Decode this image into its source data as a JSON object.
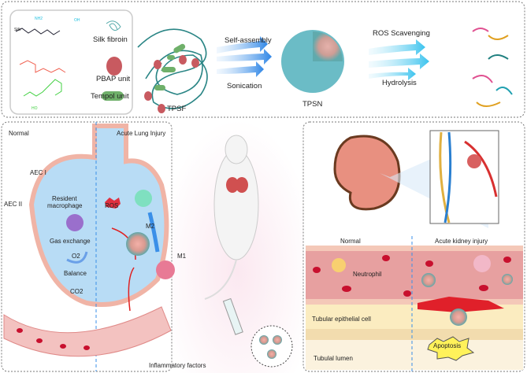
{
  "top_panel": {
    "legend": {
      "silk_fibroin": "Silk fibroin",
      "pbap_unit": "PBAP unit",
      "tempol_unit": "Tempol unit",
      "chem_silk": "Silk",
      "chem_nh2": "NH2",
      "chem_oh": "OH",
      "chem_ho": "HO"
    },
    "tpsf": "TPSF",
    "self_assembly": "Self-assembly",
    "sonication": "Sonication",
    "tpsn": "TPSN",
    "ros_scavenging": "ROS Scavenging",
    "hydrolysis": "Hydrolysis"
  },
  "lung_panel": {
    "normal": "Normal",
    "injury": "Acute Lung Injury",
    "aec1": "AEC I",
    "aec2": "AEC II",
    "resident_macrophage_1": "Resident",
    "resident_macrophage_2": "macrophage",
    "gas_exchange": "Gas exchange",
    "o2": "O2",
    "balance": "Balance",
    "co2": "CO2",
    "ros": "ROS",
    "m2": "M2",
    "m1": "M1",
    "inflammatory_factors": "Inflammatory factors"
  },
  "kidney_panel": {
    "normal": "Normal",
    "injury": "Acute kidney injury",
    "neutrophil": "Neutrophil",
    "tubular_epithelial_cell": "Tubular epithelial cell",
    "tubular_lumen": "Tubulal lumen",
    "apoptosis": "Apoptosis"
  },
  "colors": {
    "alveolus": "#a9d3f0",
    "vessel": "#e8a2a2",
    "rbc": "#c8102e",
    "epithelium": "#fbe6b0",
    "arrow_blue": "#3a8fe8",
    "inhibit_red": "#e02020",
    "nanoparticle": "#6bb5b5"
  }
}
